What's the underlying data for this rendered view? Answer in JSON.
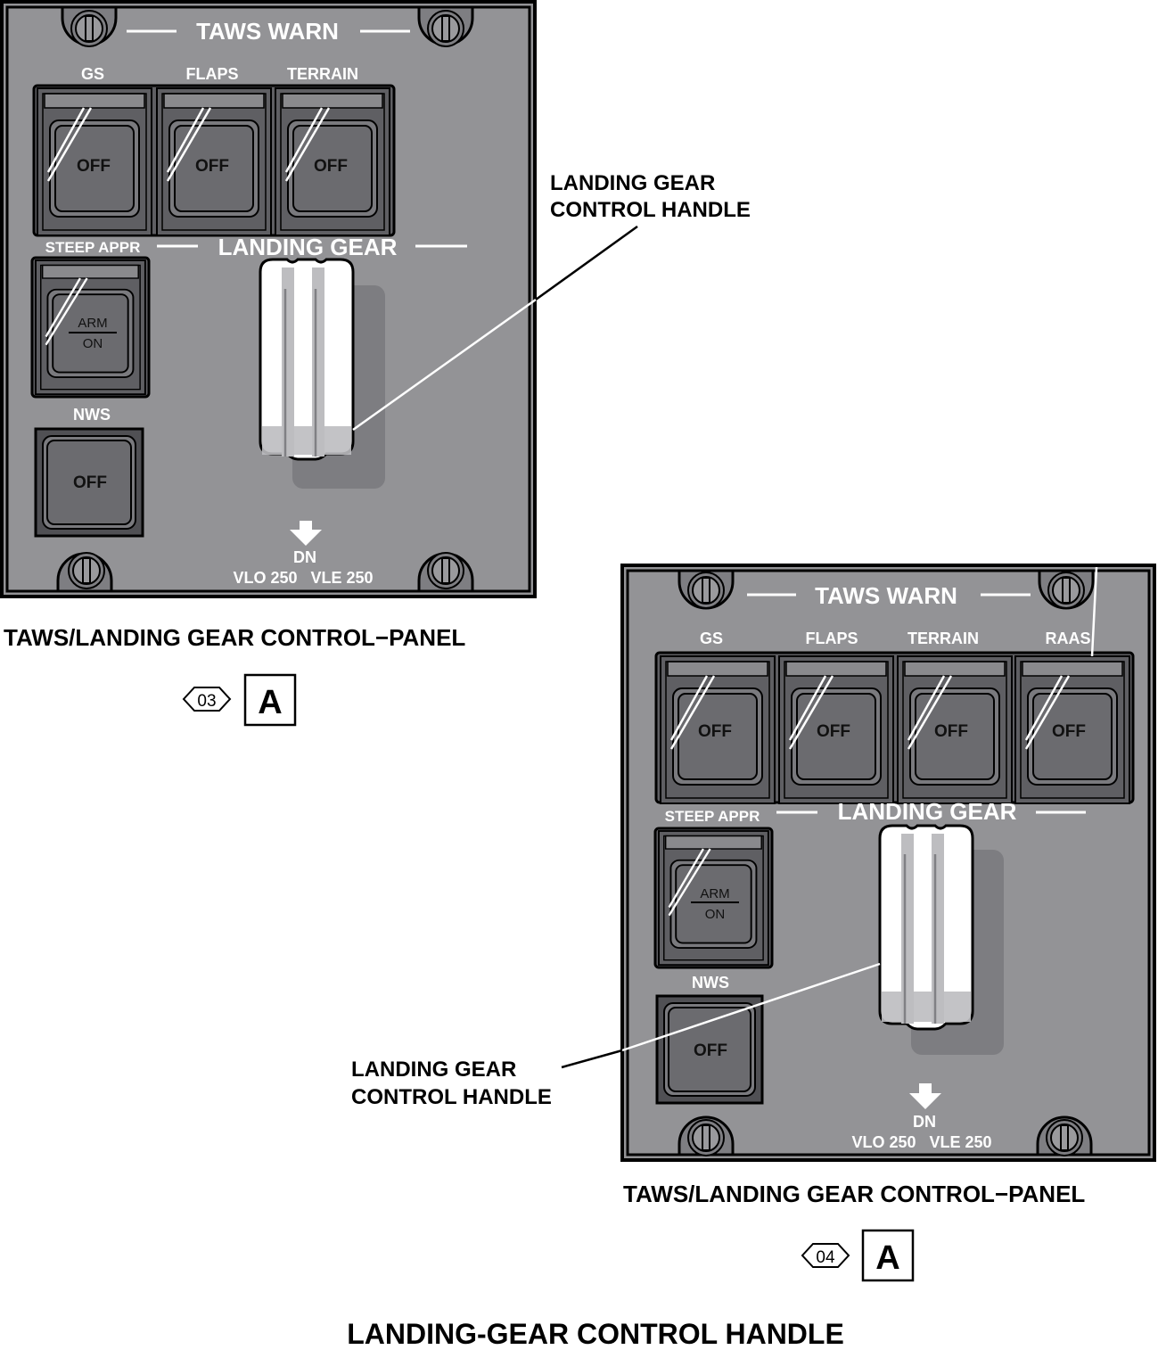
{
  "colors": {
    "panel": "#939396",
    "panel_dark": "#6e6e72",
    "switch_face": "#6b6b6f",
    "outline": "#000000",
    "handle_white": "#ffffff",
    "handle_gray": "#bdbdc0",
    "shadow": "#7d7d81",
    "label": "#ffffff"
  },
  "panels": [
    {
      "id": "03",
      "taws_title": "TAWS WARN",
      "switches": [
        {
          "label": "GS",
          "state": "OFF"
        },
        {
          "label": "FLAPS",
          "state": "OFF"
        },
        {
          "label": "TERRAIN",
          "state": "OFF"
        }
      ],
      "steep_appr": {
        "label": "STEEP APPR",
        "top": "ARM",
        "bottom": "ON"
      },
      "landing_gear_title": "LANDING GEAR",
      "nws": {
        "label": "NWS",
        "state": "OFF"
      },
      "dn_label": "DN",
      "speeds": "VLO 250   VLE 250",
      "caption": "TAWS/LANDING GEAR CONTROL−PANEL",
      "effectivity": "03",
      "view": "A",
      "callout": [
        "LANDING GEAR",
        "CONTROL HANDLE"
      ]
    },
    {
      "id": "04",
      "taws_title": "TAWS WARN",
      "switches": [
        {
          "label": "GS",
          "state": "OFF"
        },
        {
          "label": "FLAPS",
          "state": "OFF"
        },
        {
          "label": "TERRAIN",
          "state": "OFF"
        },
        {
          "label": "RAAS",
          "state": "OFF"
        }
      ],
      "steep_appr": {
        "label": "STEEP APPR",
        "top": "ARM",
        "bottom": "ON"
      },
      "landing_gear_title": "LANDING GEAR",
      "nws": {
        "label": "NWS",
        "state": "OFF"
      },
      "dn_label": "DN",
      "speeds": "VLO 250   VLE 250",
      "caption": "TAWS/LANDING GEAR CONTROL−PANEL",
      "effectivity": "04",
      "view": "A",
      "callout": [
        "LANDING GEAR",
        "CONTROL HANDLE"
      ]
    }
  ],
  "figure_title": "LANDING-GEAR CONTROL HANDLE"
}
